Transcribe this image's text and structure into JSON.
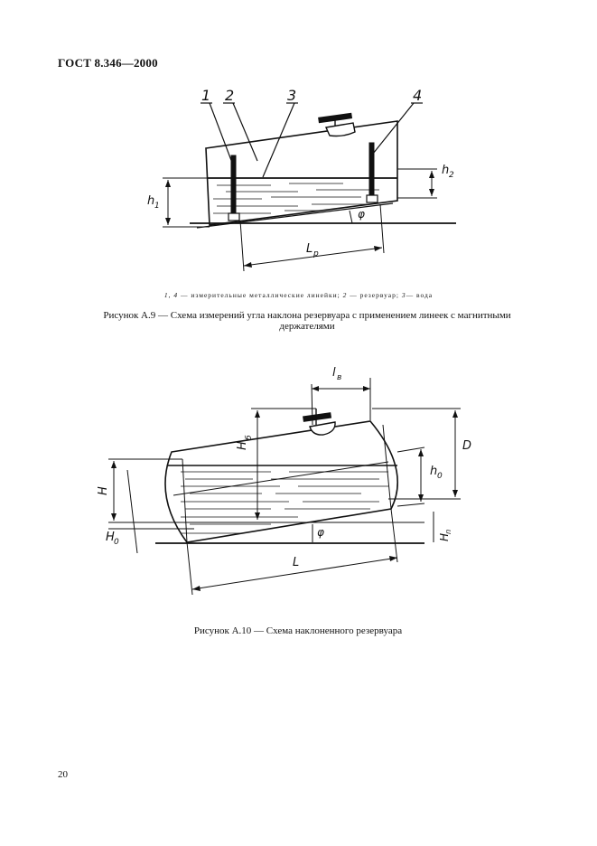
{
  "header": {
    "doc_code": "ГОСТ 8.346—2000"
  },
  "figure_a9": {
    "callouts": [
      "1",
      "2",
      "3",
      "4"
    ],
    "dimensions": {
      "h1": "h",
      "h1_sub": "1",
      "h2": "h",
      "h2_sub": "2",
      "lp": "L",
      "lp_sub": "p",
      "phi": "φ"
    },
    "legend": {
      "n14": "1, 4",
      "t14": " — измерительные металлические линейки;",
      "n2": "2",
      "t2": " — резервуар;",
      "n3": "3",
      "t3": "— вода"
    },
    "caption": "Рисунок А.9 — Схема измерений угла наклона резервуара с применением линеек с магнитными держателями"
  },
  "figure_a10": {
    "dimensions": {
      "l": "l",
      "l_sub": "в",
      "hb": "H",
      "hb_sub": "б",
      "d": "D",
      "h0": "h",
      "h0_sub": "0",
      "h": "H",
      "H0": "H",
      "H0_sub": "0",
      "hn": "H",
      "hn_sub": "п",
      "phi": "φ",
      "L": "L"
    },
    "caption": "Рисунок А.10 — Схема наклоненного резервуара"
  },
  "page_number": "20"
}
